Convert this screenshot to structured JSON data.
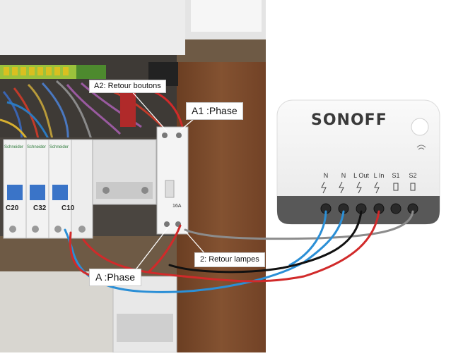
{
  "callouts": {
    "a2": "A2: Retour boutons",
    "a1": "A1 :Phase",
    "retour_lampes": "2: Retour lampes",
    "a_phase": "A :Phase"
  },
  "device": {
    "brand": "SONOFF",
    "terminals": [
      "N",
      "N",
      "L Out",
      "L In",
      "S1",
      "S2"
    ]
  },
  "breakers": [
    "C20",
    "C32",
    "C10"
  ],
  "breaker_brand": "Schneider",
  "contactor_rating": "16A",
  "colors": {
    "wire_blue": "#2b8fd6",
    "wire_red": "#d12a2a",
    "wire_black": "#111111",
    "wire_gray": "#8c8c8c",
    "device_body": "#f4f4f4",
    "device_base": "#555555"
  }
}
